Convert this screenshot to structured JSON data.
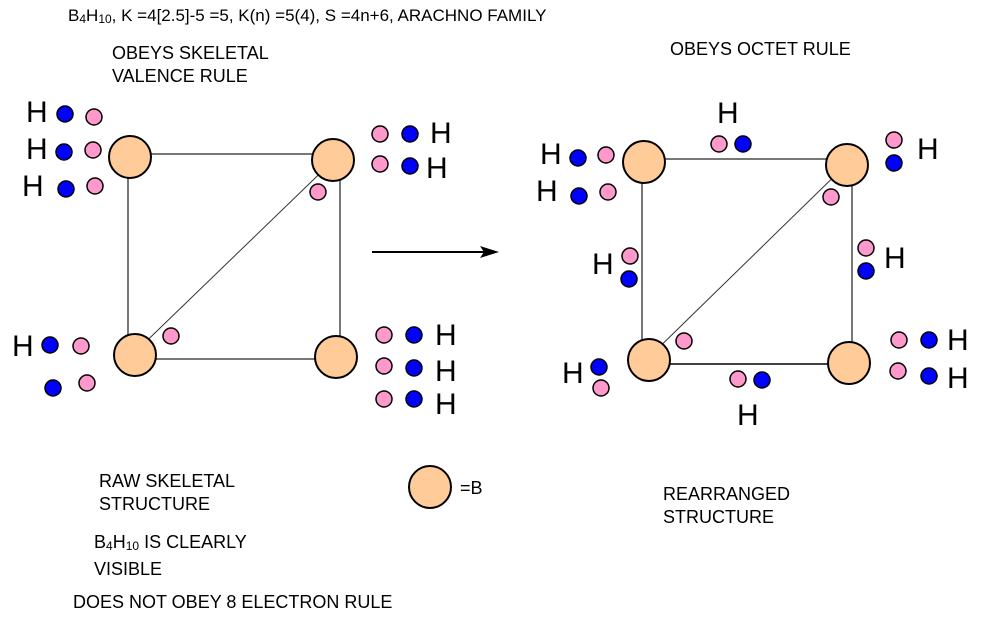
{
  "title": {
    "formula_B": "B",
    "formula_B_sub": "4",
    "formula_H": "H",
    "formula_H_sub": "10",
    "rest": ", K =4[2.5]-5 =5, K(n) =5(4), S =4n+6, ARACHNO FAMILY"
  },
  "left_heading": {
    "line1": "OBEYS SKELETAL",
    "line2": "VALENCE RULE"
  },
  "right_heading": "OBEYS OCTET RULE",
  "left_caption": {
    "line1": "RAW SKELETAL",
    "line2": "STRUCTURE"
  },
  "right_caption": {
    "line1": "REARRANGED",
    "line2": "STRUCTURE"
  },
  "visible_note": {
    "formula_B": "B",
    "formula_B_sub": "4",
    "formula_H": "H",
    "formula_H_sub": "10",
    "line1_rest": " IS CLEARLY",
    "line2": "VISIBLE"
  },
  "octet_note": "DOES NOT OBEY 8 ELECTRON RULE",
  "legend": {
    "symbol": "boron-atom",
    "label": "=B"
  },
  "colors": {
    "boron_fill": "#FFCC99",
    "electron_boron": "#FF99CC",
    "electron_hydrogen": "#0000FF",
    "bond_line": "#777777",
    "outline": "#000000"
  },
  "hydrogen_symbol": "H",
  "diagrams": {
    "left": {
      "name": "raw-skeletal-structure",
      "atoms": [
        "B-top-left",
        "B-top-right",
        "B-bottom-left",
        "B-bottom-right"
      ],
      "terminal_H": {
        "B-top-left": 3,
        "B-top-right": 2,
        "B-bottom-left": 1,
        "B-bottom-right": 3
      },
      "unpaired_electron_pairs_without_H": 1,
      "cross_bond": "B-bottom-left to B-top-right"
    },
    "right": {
      "name": "rearranged-structure",
      "atoms": [
        "B-top-left",
        "B-top-right",
        "B-bottom-left",
        "B-bottom-right"
      ],
      "terminal_H": {
        "B-top-left": 2,
        "B-top-right": 1,
        "B-bottom-left": 1,
        "B-bottom-right": 2
      },
      "bridging_H": [
        "top edge",
        "left edge",
        "right edge",
        "bottom edge"
      ],
      "cross_bond": "B-bottom-left to B-top-right"
    }
  }
}
